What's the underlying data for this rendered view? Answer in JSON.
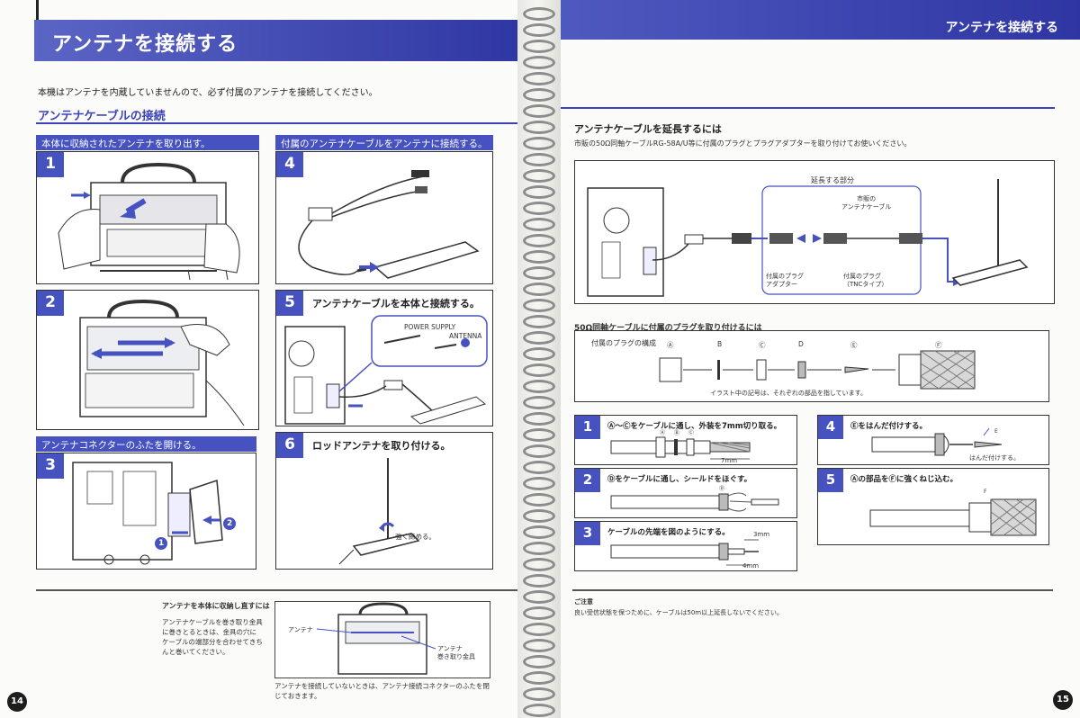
{
  "left": {
    "title": "アンテナを接続する",
    "intro": "本機はアンテナを内蔵していませんので、必ず付属のアンテナを接続してください。",
    "section": "アンテナケーブルの接続",
    "tab1": "本体に収納されたアンテナを取り出す。",
    "tab2": "付属のアンテナケーブルをアンテナに接続する。",
    "tab3": "アンテナコネクターのふたを開ける。",
    "steps": {
      "s1": "1",
      "s2": "2",
      "s3": "3",
      "s4": "4",
      "s5": "5",
      "s5_text": "アンテナケーブルを本体と接続する。",
      "s6": "6",
      "s6_text": "ロッドアンテナを取り付ける。"
    },
    "power_supply": "POWER SUPPLY",
    "antenna_label": "ANTENNA",
    "tighten": "強く締める。",
    "callout1": "1",
    "callout2": "2",
    "footer_heading": "アンテナを本体に収納し直すには",
    "footer_body": "アンテナケーブルを巻き取り金具に巻きとるときは、金具の穴にケーブルの端部分を合わせてきちんと巻いてください。",
    "note_antenna": "アンテナ",
    "note_reel": "アンテナ\n巻き取り金具",
    "note_caption": "アンテナを接続していないときは、アンテナ接続コネクターのふたを閉じておきます。",
    "page_number": "14"
  },
  "right": {
    "header": "アンテナを接続する",
    "ext_title": "アンテナケーブルを延長するには",
    "ext_body": "市販の50Ω同軸ケーブルRG-58A/U等に付属のプラグとプラグアダプターを取り付けてお使いください。",
    "ext_part": "延長する部分",
    "ext_cable": "市販の\nアンテナケーブル",
    "ext_plug_adapter": "付属のプラグ\nアダプター",
    "ext_plug_tnc": "付属のプラグ\n（TNCタイプ）",
    "plug_title": "50Ω同軸ケーブルに付属のプラグを取り付けるには",
    "plug_compose": "付属のプラグの構成",
    "parts": [
      "Ⓐ",
      "B",
      "Ⓒ",
      "D",
      "Ⓔ",
      "Ⓕ"
    ],
    "parts_caption": "イラスト中の記号は、それぞれの部品を指しています。",
    "steps": [
      {
        "n": "1",
        "text": "Ⓐ～Ⓒをケーブルに通し、外装を7mm切り取る。",
        "dim": "7mm"
      },
      {
        "n": "2",
        "text": "Ⓓをケーブルに通し、シールドをほぐす。"
      },
      {
        "n": "3",
        "text": "ケーブルの先端を図のようにする。",
        "dim1": "3mm",
        "dim2": "4mm"
      },
      {
        "n": "4",
        "text": "Ⓔをはんだ付けする。",
        "sub": "はんだ付けする。"
      },
      {
        "n": "5",
        "text": "Ⓐの部品をⒻに強くねじ込む。"
      }
    ],
    "mini_a": "Ⓐ",
    "mini_b": "Ⓑ",
    "mini_c": "Ⓒ",
    "mini_d": "Ⓓ",
    "mini_e": "E",
    "mini_f": "F",
    "caution_title": "ご注意",
    "caution_body": "良い受信状態を保つために、ケーブルは50m以上延長しないでください。",
    "page_number": "15"
  },
  "colors": {
    "accent": "#4652bf",
    "accent_dark": "#2f36a3"
  }
}
